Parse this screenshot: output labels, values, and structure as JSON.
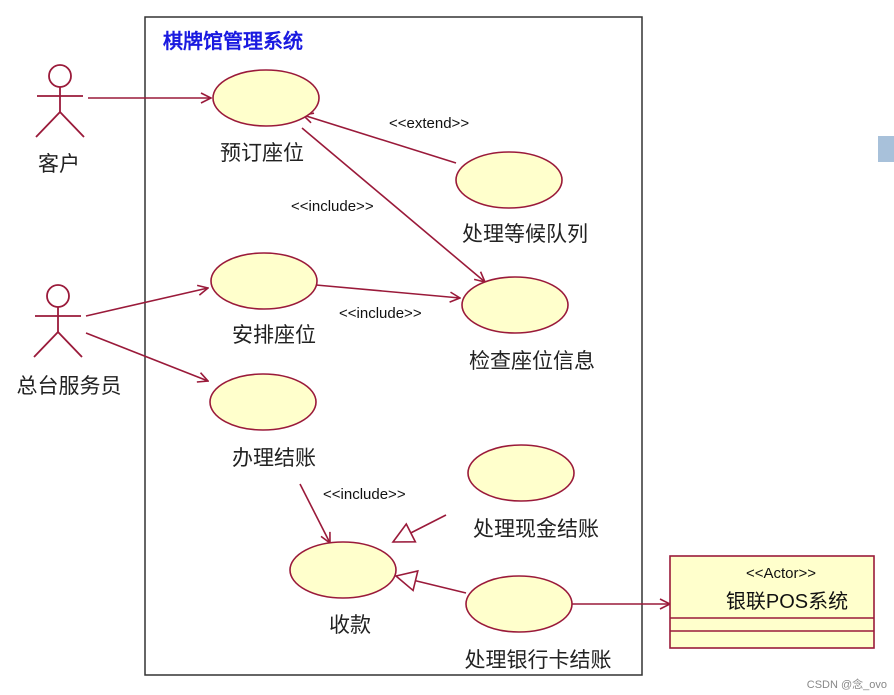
{
  "system": {
    "title": "棋牌馆管理系统"
  },
  "actors": {
    "customer": "客户",
    "front_desk": "总台服务员"
  },
  "use_cases": {
    "reserve_seat": "预订座位",
    "waitlist": "处理等候队列",
    "arrange_seat": "安排座位",
    "check_seat": "检查座位信息",
    "checkout": "办理结账",
    "cash": "处理现金结账",
    "collect": "收款",
    "bankcard": "处理银行卡结账"
  },
  "relations": {
    "extend": "<<extend>>",
    "include_1": "<<include>>",
    "include_2": "<<include>>",
    "include_3": "<<include>>"
  },
  "external": {
    "stereotype": "<<Actor>>",
    "name": "银联POS系统"
  },
  "watermark": "CSDN @念_ovo",
  "colors": {
    "line": "#9a1a3a",
    "use_case_fill": "#ffffcc",
    "system_title": "#1a1ae0"
  }
}
